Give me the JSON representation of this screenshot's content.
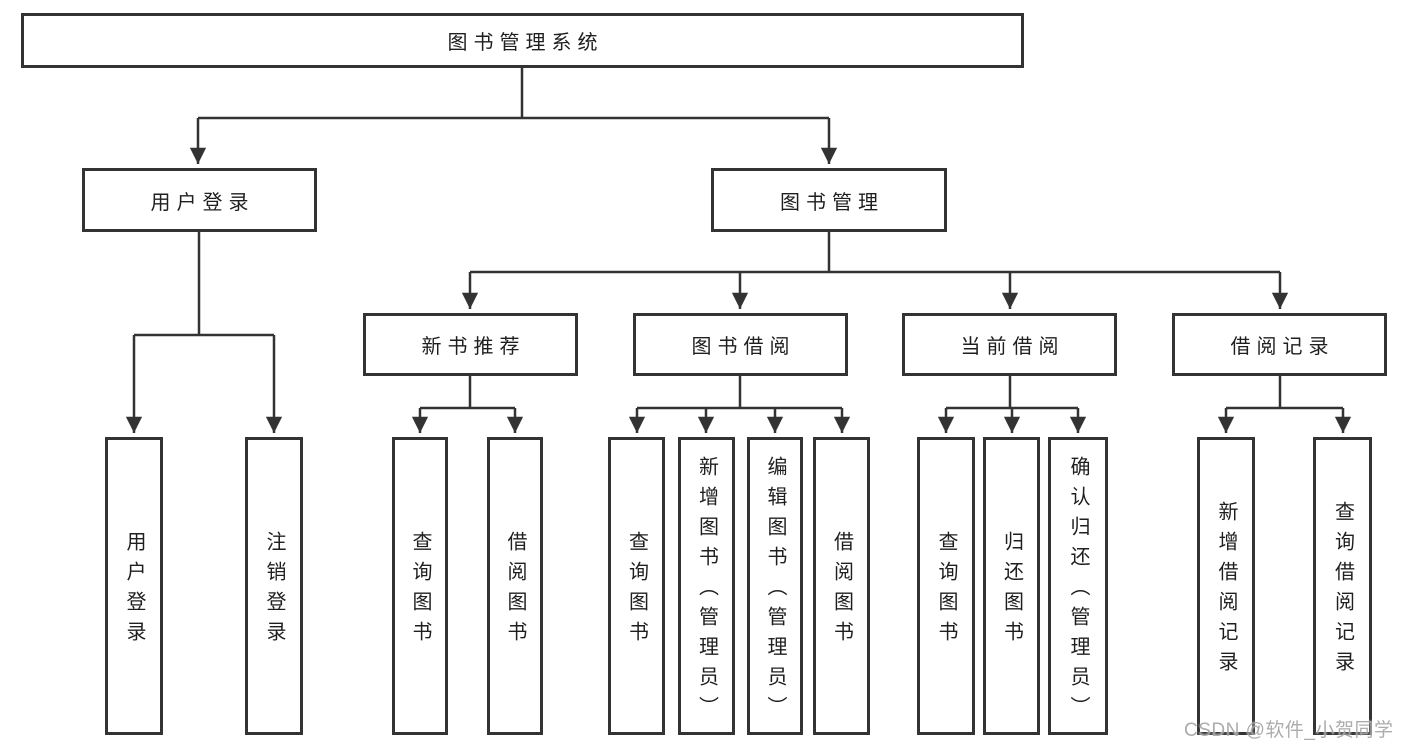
{
  "diagram_title": "图书管理系统",
  "tree": {
    "label": "图书管理系统",
    "children": [
      {
        "label": "用户登录",
        "children": [
          {
            "label": "用户登录"
          },
          {
            "label": "注销登录"
          }
        ]
      },
      {
        "label": "图书管理",
        "children": [
          {
            "label": "新书推荐",
            "children": [
              {
                "label": "查询图书"
              },
              {
                "label": "借阅图书"
              }
            ]
          },
          {
            "label": "图书借阅",
            "children": [
              {
                "label": "查询图书"
              },
              {
                "label": "新增图书（管理员）"
              },
              {
                "label": "编辑图书（管理员）"
              },
              {
                "label": "借阅图书"
              }
            ]
          },
          {
            "label": "当前借阅",
            "children": [
              {
                "label": "查询图书"
              },
              {
                "label": "归还图书"
              },
              {
                "label": "确认归还（管理员）"
              }
            ]
          },
          {
            "label": "借阅记录",
            "children": [
              {
                "label": "新增借阅记录"
              },
              {
                "label": "查询借阅记录"
              }
            ]
          }
        ]
      }
    ]
  },
  "colors": {
    "line": "#333333",
    "box_border": "#333333",
    "box_fill": "#ffffff",
    "text": "#1f1f1f",
    "watermark": "#9e9e9e"
  },
  "watermark": "CSDN @软件_小贺同学"
}
